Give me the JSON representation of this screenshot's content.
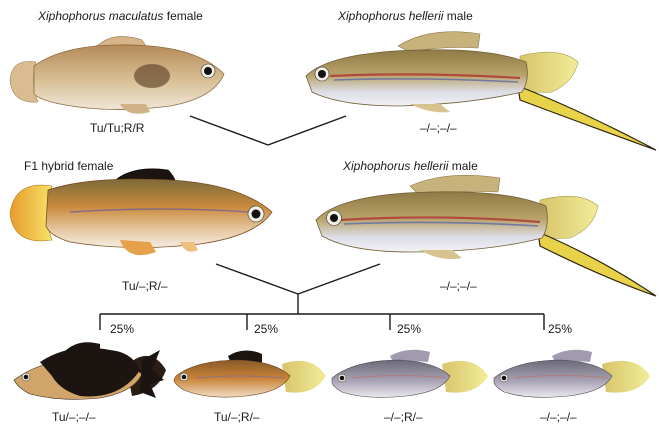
{
  "generation_p": {
    "left_fish": {
      "species": "Xiphophorus maculatus",
      "sex": "female",
      "genotype": "Tu/Tu;R/R"
    },
    "right_fish": {
      "species": "Xiphophorus hellerii",
      "sex": "male",
      "genotype": "–/–;–/–"
    }
  },
  "generation_f1": {
    "left_fish": {
      "label": "F1 hybrid female",
      "genotype": "Tu/–;R/–"
    },
    "right_fish": {
      "species": "Xiphophorus hellerii",
      "sex": "male",
      "genotype": "–/–;–/–"
    }
  },
  "offspring": [
    {
      "percent": "25%",
      "genotype": "Tu/–;–/–"
    },
    {
      "percent": "25%",
      "genotype": "Tu/–;R/–"
    },
    {
      "percent": "25%",
      "genotype": "–/–;R/–"
    },
    {
      "percent": "25%",
      "genotype": "–/–;–/–"
    }
  ],
  "colors": {
    "line": "#1a1a1a",
    "platy_body": "#c9a77a",
    "swordtail_body": "#b39a63",
    "hybrid_body": "#d98a3a",
    "sword_tail": "#e8d24a",
    "melanoma": "#1c1410"
  }
}
